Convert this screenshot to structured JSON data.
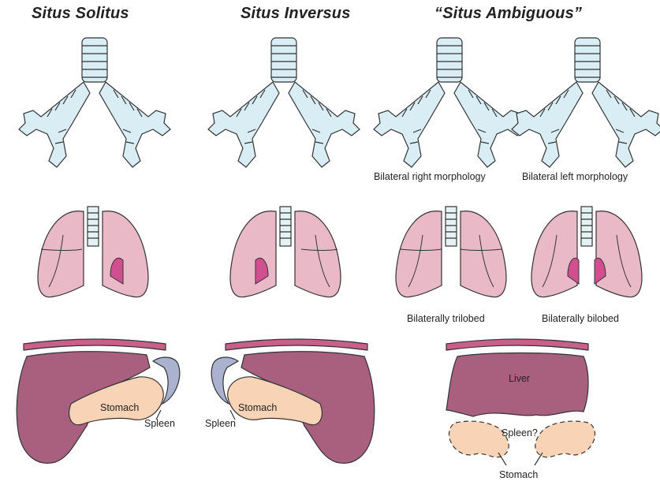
{
  "titles": {
    "solitus": "Situs Solitus",
    "inversus": "Situs Inversus",
    "ambiguous": "“Situs Ambiguous”"
  },
  "bronchi_labels": {
    "right": "Bilateral right morphology",
    "left": "Bilateral left morphology"
  },
  "lung_labels": {
    "trilobed": "Bilaterally trilobed",
    "bilobed": "Bilaterally bilobed"
  },
  "organ_labels": {
    "stomach": "Stomach",
    "spleen": "Spleen",
    "liver": "Liver",
    "spleen_question": "Spleen?"
  },
  "colors": {
    "airway": "#d8eef4",
    "lung": "#eab9c8",
    "lung_accent": "#d0508f",
    "liver": "#a8607e",
    "stomach": "#f8d3b5",
    "spleen": "#aab2d0",
    "diaphragm": "#c8608a"
  }
}
